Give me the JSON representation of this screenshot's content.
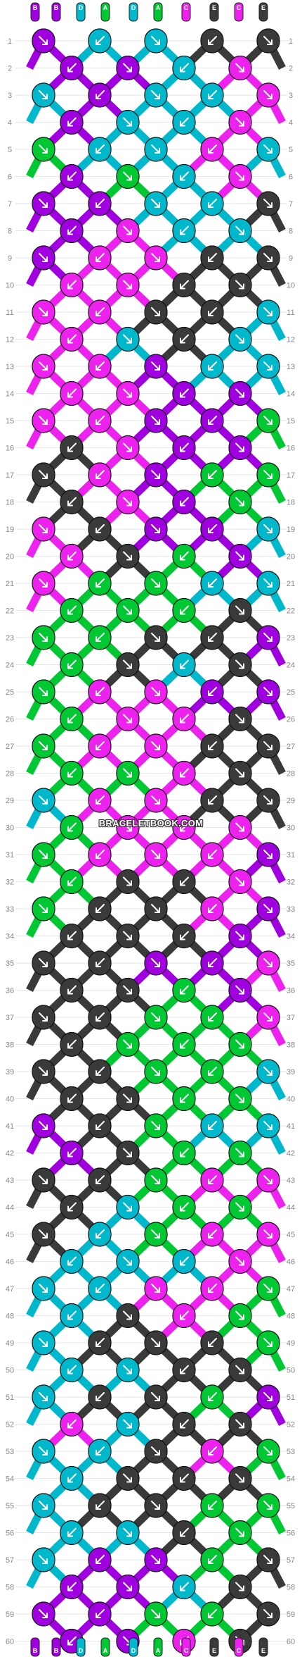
{
  "watermark": "BRACELETBOOK.COM",
  "colors": {
    "B": "#a000e0",
    "D": "#00b8cc",
    "A": "#00c832",
    "C": "#ee22ee",
    "E": "#3a3a3a"
  },
  "strings": [
    "B",
    "B",
    "D",
    "A",
    "D",
    "A",
    "C",
    "E",
    "C",
    "E"
  ],
  "row_count": 60,
  "knot_rows": [
    "BDDEE",
    "BBDCE",
    "DBDDC",
    "BDDCC",
    "ADDCD",
    "BADCC",
    "BBDDE",
    "BCDDE",
    "BCCEE",
    "CCEEE",
    "CCEED",
    "CDEDD",
    "CCBDD",
    "CCBBA",
    "CCBBA",
    "ECBBA",
    "ECBAA",
    "ECBAA",
    "CEBBD",
    "CEABD",
    "CAADD",
    "AAAED",
    "AAEEB",
    "AEDEB",
    "ACCBB",
    "ACCEB",
    "ACCEE",
    "AACEE",
    "DCCEE",
    "ACCCE",
    "ACCCB",
    "AEECB",
    "AEECB",
    "EEEBC",
    "EEBBC",
    "EEABC",
    "EEAAC",
    "EAAAD",
    "EEAAD",
    "EEAAD",
    "BEADD",
    "BEAAC",
    "EEACC",
    "EDAAC",
    "EDACC",
    "DDDCA",
    "DDCCA",
    "DECAA",
    "DEEEA",
    "DDEEB",
    "DEEAB",
    "CDEEB",
    "DDECA",
    "DEEEA",
    "DEEAA",
    "DDEAA",
    "DBBAE",
    "BBDEE",
    "BBAAE",
    "BBCEE"
  ]
}
